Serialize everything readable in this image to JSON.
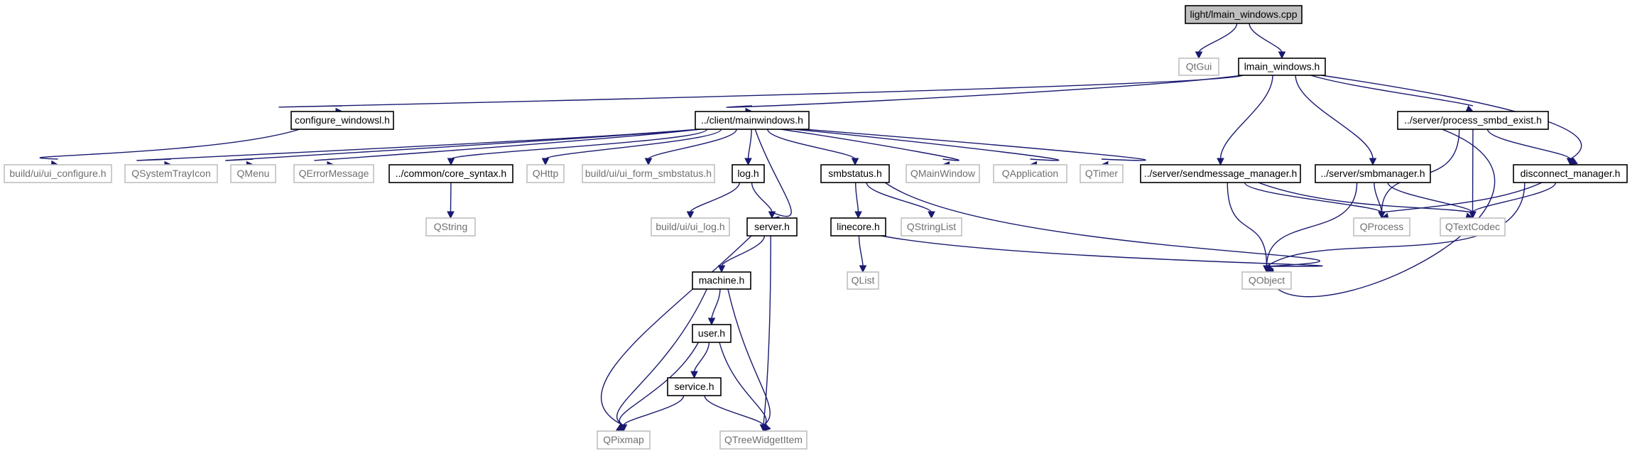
{
  "diagram": {
    "colors": {
      "edge": "#191970",
      "local_border": "#000000",
      "external_border": "#bfbfbf",
      "external_text": "#6f6f6f",
      "root_fill": "#bfbfbf",
      "node_fill": "#ffffff",
      "text": "#000000"
    },
    "nodes": [
      {
        "id": "root",
        "label": "light/lmain_windows.cpp",
        "kind": "root"
      },
      {
        "id": "qtgui",
        "label": "QtGui",
        "kind": "external"
      },
      {
        "id": "lmain_h",
        "label": "lmain_windows.h",
        "kind": "local"
      },
      {
        "id": "configure_h",
        "label": "configure_windowsl.h",
        "kind": "local"
      },
      {
        "id": "mainwindows_h",
        "label": "../client/mainwindows.h",
        "kind": "local"
      },
      {
        "id": "process_smbd_h",
        "label": "../server/process_smbd_exist.h",
        "kind": "local"
      },
      {
        "id": "ui_configure",
        "label": "build/ui/ui_configure.h",
        "kind": "external"
      },
      {
        "id": "qsystemtray",
        "label": "QSystemTrayIcon",
        "kind": "external"
      },
      {
        "id": "qmenu",
        "label": "QMenu",
        "kind": "external"
      },
      {
        "id": "qerrormessage",
        "label": "QErrorMessage",
        "kind": "external"
      },
      {
        "id": "core_syntax",
        "label": "../common/core_syntax.h",
        "kind": "local"
      },
      {
        "id": "qhttp",
        "label": "QHttp",
        "kind": "external"
      },
      {
        "id": "ui_form",
        "label": "build/ui/ui_form_smbstatus.h",
        "kind": "external"
      },
      {
        "id": "log_h",
        "label": "log.h",
        "kind": "local"
      },
      {
        "id": "smbstatus_h",
        "label": "smbstatus.h",
        "kind": "local"
      },
      {
        "id": "qmainwindow",
        "label": "QMainWindow",
        "kind": "external"
      },
      {
        "id": "qapplication",
        "label": "QApplication",
        "kind": "external"
      },
      {
        "id": "qtimer",
        "label": "QTimer",
        "kind": "external"
      },
      {
        "id": "sendmessage_h",
        "label": "../server/sendmessage_manager.h",
        "kind": "local"
      },
      {
        "id": "smbmanager_h",
        "label": "../server/smbmanager.h",
        "kind": "local"
      },
      {
        "id": "disconnect_h",
        "label": "disconnect_manager.h",
        "kind": "local"
      },
      {
        "id": "qstring",
        "label": "QString",
        "kind": "external"
      },
      {
        "id": "ui_log",
        "label": "build/ui/ui_log.h",
        "kind": "external"
      },
      {
        "id": "server_h",
        "label": "server.h",
        "kind": "local"
      },
      {
        "id": "linecore_h",
        "label": "linecore.h",
        "kind": "local"
      },
      {
        "id": "qstringlist",
        "label": "QStringList",
        "kind": "external"
      },
      {
        "id": "qprocess",
        "label": "QProcess",
        "kind": "external"
      },
      {
        "id": "qtextcodec",
        "label": "QTextCodec",
        "kind": "external"
      },
      {
        "id": "qobject",
        "label": "QObject",
        "kind": "external"
      },
      {
        "id": "machine_h",
        "label": "machine.h",
        "kind": "local"
      },
      {
        "id": "qlist",
        "label": "QList",
        "kind": "external"
      },
      {
        "id": "user_h",
        "label": "user.h",
        "kind": "local"
      },
      {
        "id": "service_h",
        "label": "service.h",
        "kind": "local"
      },
      {
        "id": "qpixmap",
        "label": "QPixmap",
        "kind": "external"
      },
      {
        "id": "qtreewidgetitem",
        "label": "QTreeWidgetItem",
        "kind": "external"
      }
    ],
    "edges": [
      [
        "root",
        "qtgui"
      ],
      [
        "root",
        "lmain_h"
      ],
      [
        "lmain_h",
        "configure_h"
      ],
      [
        "lmain_h",
        "mainwindows_h"
      ],
      [
        "lmain_h",
        "process_smbd_h"
      ],
      [
        "lmain_h",
        "sendmessage_h"
      ],
      [
        "lmain_h",
        "smbmanager_h"
      ],
      [
        "lmain_h",
        "disconnect_h"
      ],
      [
        "configure_h",
        "ui_configure"
      ],
      [
        "mainwindows_h",
        "qsystemtray"
      ],
      [
        "mainwindows_h",
        "qmenu"
      ],
      [
        "mainwindows_h",
        "qerrormessage"
      ],
      [
        "mainwindows_h",
        "core_syntax"
      ],
      [
        "mainwindows_h",
        "qhttp"
      ],
      [
        "mainwindows_h",
        "ui_form"
      ],
      [
        "mainwindows_h",
        "log_h"
      ],
      [
        "mainwindows_h",
        "server_h"
      ],
      [
        "mainwindows_h",
        "smbstatus_h"
      ],
      [
        "mainwindows_h",
        "qmainwindow"
      ],
      [
        "mainwindows_h",
        "qapplication"
      ],
      [
        "mainwindows_h",
        "qtimer"
      ],
      [
        "core_syntax",
        "qstring"
      ],
      [
        "log_h",
        "ui_log"
      ],
      [
        "log_h",
        "server_h"
      ],
      [
        "smbstatus_h",
        "linecore_h"
      ],
      [
        "smbstatus_h",
        "qstringlist"
      ],
      [
        "smbstatus_h",
        "qobject"
      ],
      [
        "linecore_h",
        "qlist"
      ],
      [
        "linecore_h",
        "qobject"
      ],
      [
        "server_h",
        "machine_h"
      ],
      [
        "server_h",
        "qpixmap"
      ],
      [
        "server_h",
        "qtreewidgetitem"
      ],
      [
        "machine_h",
        "user_h"
      ],
      [
        "machine_h",
        "qpixmap"
      ],
      [
        "machine_h",
        "qtreewidgetitem"
      ],
      [
        "user_h",
        "service_h"
      ],
      [
        "user_h",
        "qpixmap"
      ],
      [
        "user_h",
        "qtreewidgetitem"
      ],
      [
        "service_h",
        "qpixmap"
      ],
      [
        "service_h",
        "qtreewidgetitem"
      ],
      [
        "process_smbd_h",
        "qprocess"
      ],
      [
        "process_smbd_h",
        "qtextcodec"
      ],
      [
        "process_smbd_h",
        "disconnect_h"
      ],
      [
        "process_smbd_h",
        "qobject"
      ],
      [
        "sendmessage_h",
        "qprocess"
      ],
      [
        "sendmessage_h",
        "qtextcodec"
      ],
      [
        "sendmessage_h",
        "qobject"
      ],
      [
        "smbmanager_h",
        "qprocess"
      ],
      [
        "smbmanager_h",
        "qtextcodec"
      ],
      [
        "smbmanager_h",
        "qobject"
      ],
      [
        "disconnect_h",
        "qprocess"
      ],
      [
        "disconnect_h",
        "qtextcodec"
      ],
      [
        "disconnect_h",
        "qobject"
      ]
    ]
  }
}
